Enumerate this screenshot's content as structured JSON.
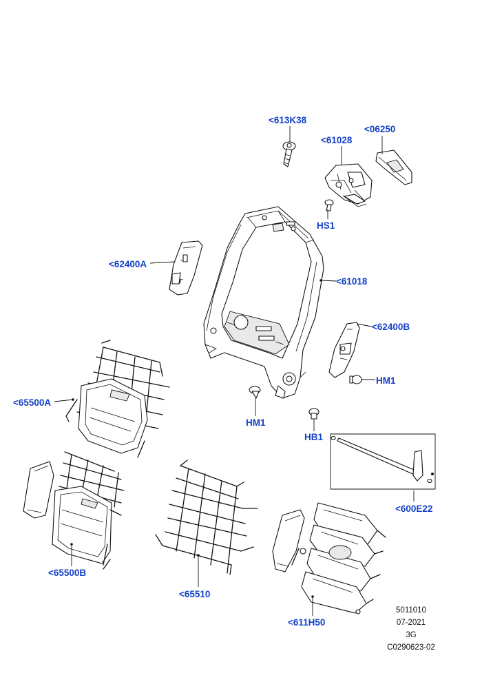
{
  "callouts": {
    "c613K38": "<613K38",
    "c61028": "<61028",
    "c06250": "<06250",
    "hs1": "HS1",
    "c62400A": "<62400A",
    "c61018": "<61018",
    "c62400B": "<62400B",
    "hm1_right": "HM1",
    "c65500A": "<65500A",
    "hm1_left": "HM1",
    "hb1": "HB1",
    "c600E22": "<600E22",
    "c65500B": "<65500B",
    "c65510": "<65510",
    "c611H50": "<611H50"
  },
  "meta": {
    "line1": "5011010",
    "line2": "07-2021",
    "line3": "3G",
    "line4": "C0290623-02"
  },
  "colors": {
    "callout": "#1440c8",
    "line": "#111111"
  }
}
